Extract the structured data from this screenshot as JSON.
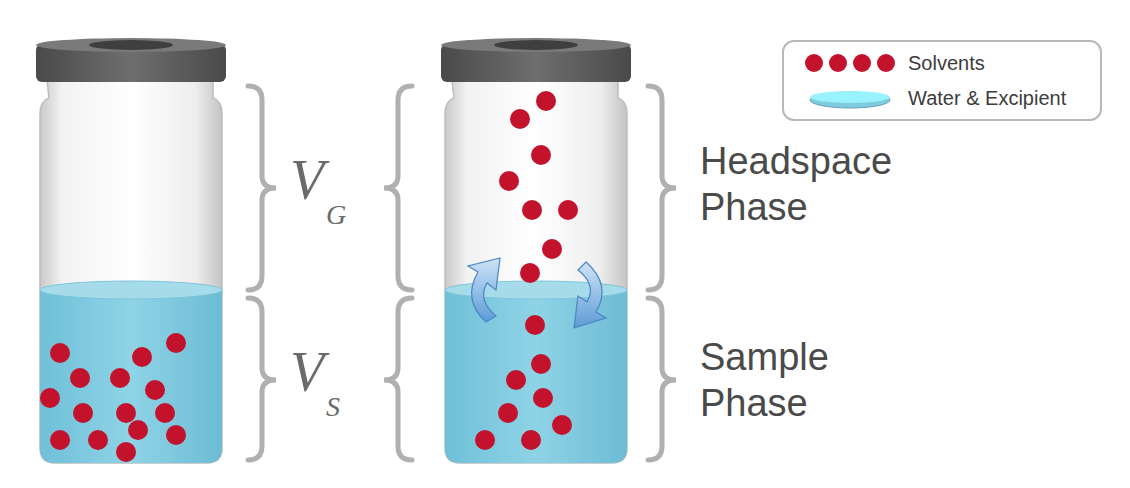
{
  "diagram": {
    "labels": [
      "V",
      "G",
      "V",
      "S",
      "Headspace Phase",
      "Sample Phase"
    ],
    "legend": [
      {
        "text": "Solvents",
        "color": "#c3122c"
      },
      {
        "text": "Water & Excipient",
        "color": "#7fcbe0"
      }
    ]
  }
}
